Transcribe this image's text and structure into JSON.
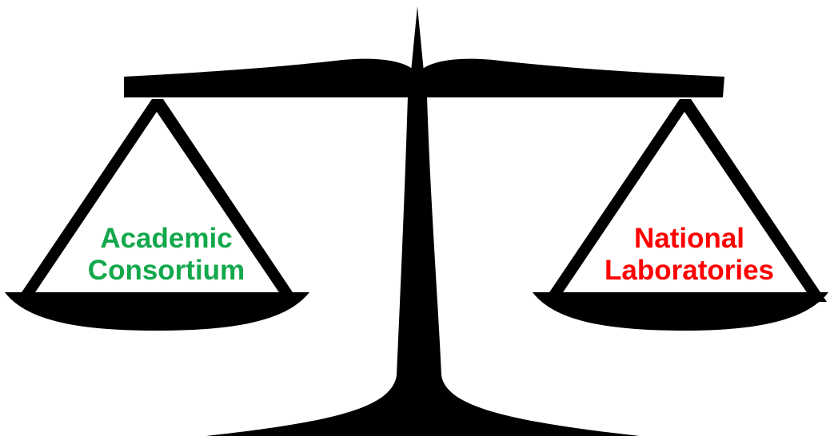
{
  "left_pan": {
    "line1": "Academic",
    "line2": "Consortium",
    "color": "#12a84b"
  },
  "right_pan": {
    "line1": "National",
    "line2": "Laboratories",
    "color": "#ff0000"
  },
  "scale_color": "#000000",
  "icon": "balance-scale-icon"
}
